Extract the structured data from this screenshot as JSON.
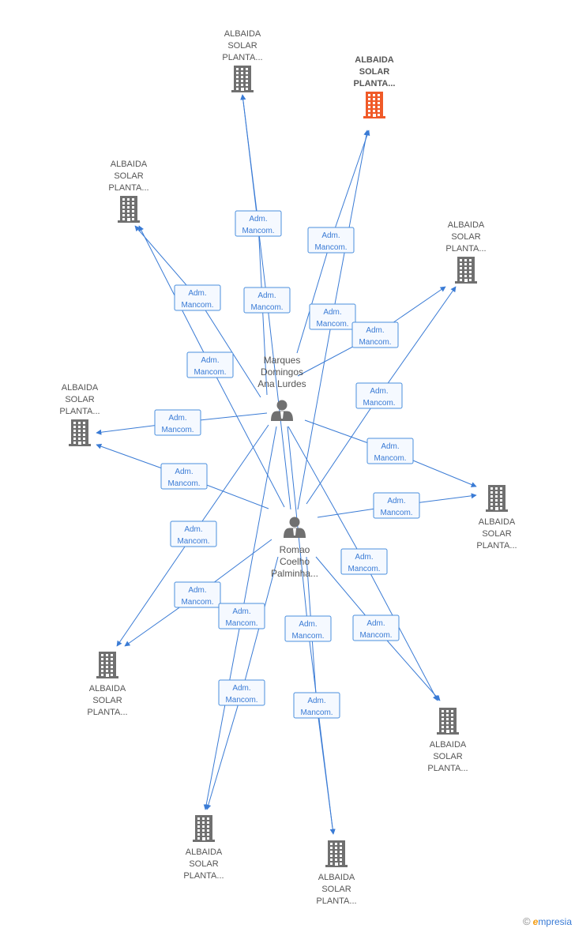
{
  "colors": {
    "edge": "#3a7bd5",
    "node": "#707070",
    "highlight": "#f05a28",
    "text": "#555555"
  },
  "companies": [
    {
      "id": "c1",
      "label": [
        "ALBAIDA",
        "SOLAR",
        "PLANTA..."
      ],
      "highlighted": false
    },
    {
      "id": "c2",
      "label": [
        "ALBAIDA",
        "SOLAR",
        "PLANTA..."
      ],
      "highlighted": true
    },
    {
      "id": "c3",
      "label": [
        "ALBAIDA",
        "SOLAR",
        "PLANTA..."
      ],
      "highlighted": false
    },
    {
      "id": "c4",
      "label": [
        "ALBAIDA",
        "SOLAR",
        "PLANTA..."
      ],
      "highlighted": false
    },
    {
      "id": "c5",
      "label": [
        "ALBAIDA",
        "SOLAR",
        "PLANTA..."
      ],
      "highlighted": false
    },
    {
      "id": "c6",
      "label": [
        "ALBAIDA",
        "SOLAR",
        "PLANTA..."
      ],
      "highlighted": false
    },
    {
      "id": "c7",
      "label": [
        "ALBAIDA",
        "SOLAR",
        "PLANTA..."
      ],
      "highlighted": false
    },
    {
      "id": "c8",
      "label": [
        "ALBAIDA",
        "SOLAR",
        "PLANTA..."
      ],
      "highlighted": false
    },
    {
      "id": "c9",
      "label": [
        "ALBAIDA",
        "SOLAR",
        "PLANTA..."
      ],
      "highlighted": false
    },
    {
      "id": "c10",
      "label": [
        "ALBAIDA",
        "SOLAR",
        "PLANTA..."
      ],
      "highlighted": false
    }
  ],
  "people": [
    {
      "id": "p1",
      "label": [
        "Marques",
        "Domingos",
        "Ana Lurdes"
      ]
    },
    {
      "id": "p2",
      "label": [
        "Romao",
        "Coelho",
        "Palminha..."
      ]
    }
  ],
  "edges": [
    {
      "from": "p1",
      "to": "c1",
      "label": [
        "Adm.",
        "Mancom."
      ]
    },
    {
      "from": "p2",
      "to": "c1",
      "label": [
        "Adm.",
        "Mancom."
      ]
    },
    {
      "from": "p1",
      "to": "c2",
      "label": [
        "Adm.",
        "Mancom."
      ]
    },
    {
      "from": "p2",
      "to": "c2",
      "label": [
        "Adm.",
        "Mancom."
      ]
    },
    {
      "from": "p1",
      "to": "c3",
      "label": [
        "Adm.",
        "Mancom."
      ]
    },
    {
      "from": "p2",
      "to": "c3",
      "label": [
        "Adm.",
        "Mancom."
      ]
    },
    {
      "from": "p1",
      "to": "c4",
      "label": [
        "Adm.",
        "Mancom."
      ]
    },
    {
      "from": "p2",
      "to": "c4",
      "label": [
        "Adm.",
        "Mancom."
      ]
    },
    {
      "from": "p1",
      "to": "c5",
      "label": [
        "Adm.",
        "Mancom."
      ]
    },
    {
      "from": "p2",
      "to": "c5",
      "label": [
        "Adm.",
        "Mancom."
      ]
    },
    {
      "from": "p1",
      "to": "c6",
      "label": [
        "Adm.",
        "Mancom."
      ]
    },
    {
      "from": "p2",
      "to": "c6",
      "label": [
        "Adm.",
        "Mancom."
      ]
    },
    {
      "from": "p1",
      "to": "c7",
      "label": [
        "Adm.",
        "Mancom."
      ]
    },
    {
      "from": "p2",
      "to": "c7",
      "label": [
        "Adm.",
        "Mancom."
      ]
    },
    {
      "from": "p1",
      "to": "c8",
      "label": [
        "Adm.",
        "Mancom."
      ]
    },
    {
      "from": "p2",
      "to": "c8",
      "label": [
        "Adm.",
        "Mancom."
      ]
    },
    {
      "from": "p1",
      "to": "c9",
      "label": [
        "Adm.",
        "Mancom."
      ]
    },
    {
      "from": "p2",
      "to": "c9",
      "label": [
        "Adm.",
        "Mancom."
      ]
    },
    {
      "from": "p1",
      "to": "c10",
      "label": [
        "Adm.",
        "Mancom."
      ]
    },
    {
      "from": "p2",
      "to": "c10",
      "label": [
        "Adm.",
        "Mancom."
      ]
    }
  ],
  "brand": {
    "copyright": "©",
    "initial": "e",
    "name": "mpresia"
  }
}
